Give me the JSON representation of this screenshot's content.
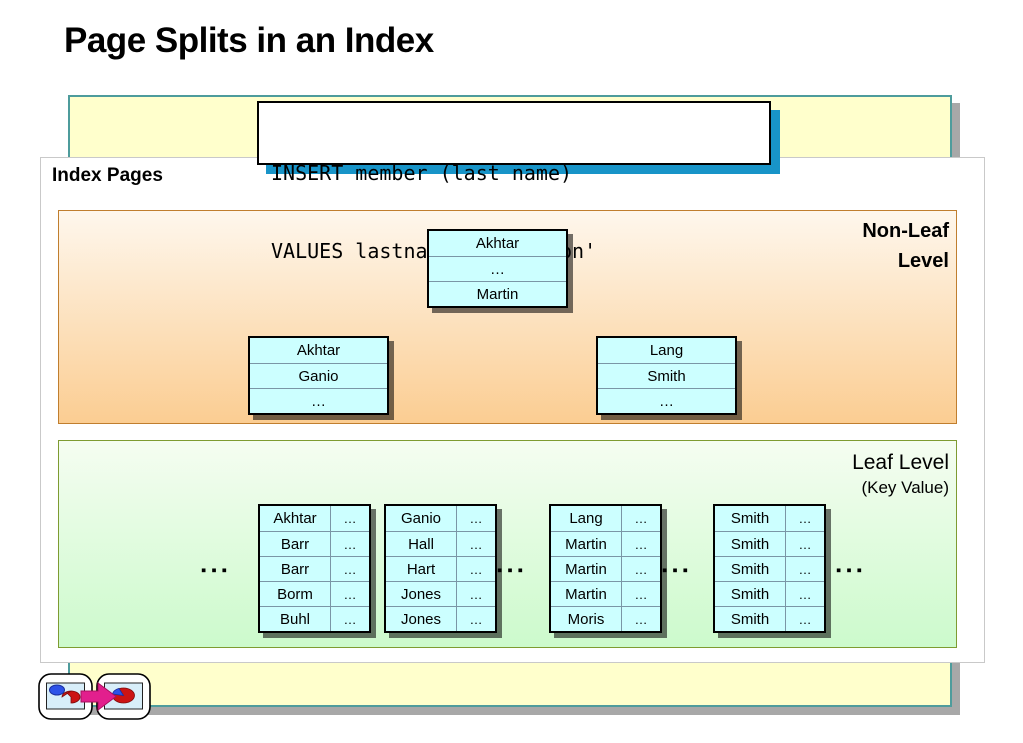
{
  "title": "Page Splits in an Index",
  "code_box": {
    "line1": "INSERT member (last name)",
    "line2": "VALUES lastname = ‘Jackson'"
  },
  "index_pages": {
    "label": "Index Pages"
  },
  "non_leaf": {
    "label_line1": "Non-Leaf",
    "label_line2": "Level",
    "box_top": {
      "r0": "Akhtar",
      "r1": "…",
      "r2": "Martin"
    },
    "box_left": {
      "r0": "Akhtar",
      "r1": "Ganio",
      "r2": "…"
    },
    "box_right": {
      "r0": "Lang",
      "r1": "Smith",
      "r2": "…"
    }
  },
  "leaf": {
    "label_line1": "Leaf Level",
    "label_line2": "(Key Value)",
    "separator": "▪▪▪",
    "tables": [
      {
        "rows": [
          {
            "name": "Akhtar",
            "more": "…"
          },
          {
            "name": "Barr",
            "more": "…"
          },
          {
            "name": "Barr",
            "more": "…"
          },
          {
            "name": "Borm",
            "more": "…"
          },
          {
            "name": "Buhl",
            "more": "…"
          }
        ]
      },
      {
        "rows": [
          {
            "name": "Ganio",
            "more": "…"
          },
          {
            "name": "Hall",
            "more": "…"
          },
          {
            "name": "Hart",
            "more": "…"
          },
          {
            "name": "Jones",
            "more": "…"
          },
          {
            "name": "Jones",
            "more": "…"
          }
        ]
      },
      {
        "rows": [
          {
            "name": "Lang",
            "more": "…"
          },
          {
            "name": "Martin",
            "more": "…"
          },
          {
            "name": "Martin",
            "more": "…"
          },
          {
            "name": "Martin",
            "more": "…"
          },
          {
            "name": "Moris",
            "more": "…"
          }
        ]
      },
      {
        "rows": [
          {
            "name": "Smith",
            "more": "…"
          },
          {
            "name": "Smith",
            "more": "…"
          },
          {
            "name": "Smith",
            "more": "…"
          },
          {
            "name": "Smith",
            "more": "…"
          },
          {
            "name": "Smith",
            "more": "…"
          }
        ]
      }
    ]
  },
  "nav": {
    "before_icon": "pie-chart-before-split-icon",
    "arrow_icon": "split-arrow-icon",
    "after_icon": "pie-chart-after-split-icon"
  },
  "colors": {
    "slide_panel_yellow": "#FFFFCC",
    "panel_border_teal": "#4E9C9C",
    "code_shadow_blue": "#1894C8",
    "nonleaf_border_orange": "#C07E2E",
    "leaf_border_green": "#7E9B31",
    "key_box_cyan": "#CCFFFF",
    "nav_arrow_magenta": "#E21F8D"
  }
}
